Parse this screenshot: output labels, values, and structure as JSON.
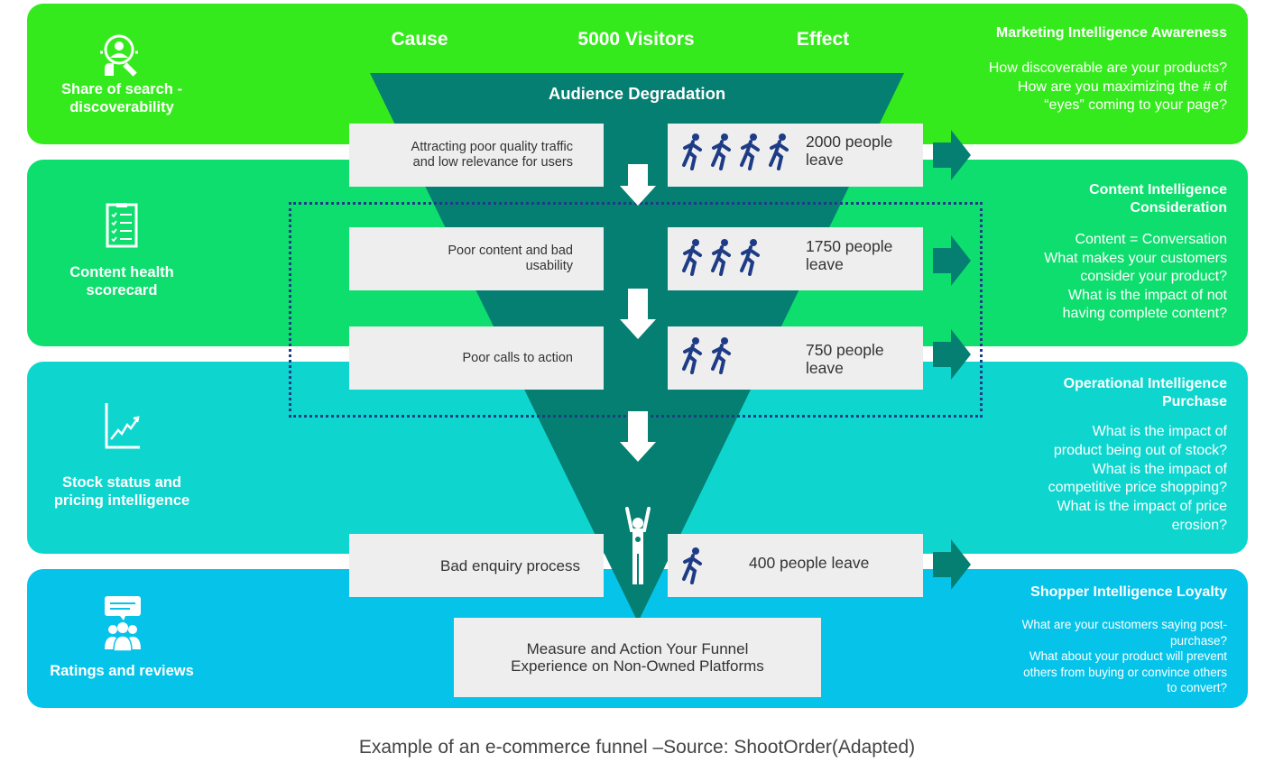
{
  "header": {
    "cause": "Cause",
    "visitors": "5000 Visitors",
    "effect": "Effect",
    "funnel_title": "Audience Degradation"
  },
  "left_labels": [
    {
      "line1": "Share of search -",
      "line2": "discoverability",
      "icon": "magnifier-person-icon"
    },
    {
      "line1": "Content health",
      "line2": "scorecard",
      "icon": "checklist-icon"
    },
    {
      "line1": "Stock status and",
      "line2": "pricing intelligence",
      "icon": "growth-chart-icon"
    },
    {
      "line1": "Ratings and reviews",
      "line2": "",
      "icon": "reviews-group-icon"
    }
  ],
  "right_panels": [
    {
      "title_line1": "Marketing Intelligence Awareness",
      "title_line2": "",
      "text": [
        "How discoverable are your products?",
        "How are you maximizing the # of",
        "“eyes” coming to your page?"
      ]
    },
    {
      "title_line1": "Content Intelligence",
      "title_line2": "Consideration",
      "text": [
        "Content = Conversation",
        "What makes your customers",
        "consider your product?",
        "What is the impact of not",
        "having complete content?"
      ]
    },
    {
      "title_line1": "Operational Intelligence",
      "title_line2": "Purchase",
      "text": [
        "What is the impact of",
        "product being out of stock?",
        "What is the impact of",
        "competitive price shopping?",
        "What is the impact of price",
        "erosion?"
      ]
    },
    {
      "title_line1": "Shopper Intelligence Loyalty",
      "title_line2": "",
      "text": [
        "What are your customers saying post-",
        "purchase?",
        "What about your product will prevent",
        "others from buying or convince others",
        "to convert?"
      ]
    }
  ],
  "stages": [
    {
      "cause_line1": "Attracting poor quality traffic",
      "cause_line2": "and low relevance for users",
      "effect_line1": "2000 people",
      "effect_line2": "leave",
      "runners": 4
    },
    {
      "cause_line1": "Poor content and bad",
      "cause_line2": "usability",
      "effect_line1": "1750 people",
      "effect_line2": "leave",
      "runners": 3
    },
    {
      "cause_line1": "Poor calls to action",
      "cause_line2": "",
      "effect_line1": "750 people",
      "effect_line2": "leave",
      "runners": 2
    },
    {
      "cause_line1": "Bad enquiry process",
      "cause_line2": "",
      "effect_line1": "400 people leave",
      "effect_line2": "",
      "runners": 1
    }
  ],
  "bottom_box": {
    "line1": "Measure and Action Your Funnel",
    "line2": "Experience on Non-Owned Platforms"
  },
  "caption": "Example of an e-commerce funnel –Source: ShootOrder(Adapted)",
  "colors": {
    "band_awareness": "#35ea1c",
    "band_consideration": "#0dde6e",
    "band_purchase": "#0ed6cf",
    "band_loyalty": "#06c3ea",
    "funnel": "#047f72",
    "arrow_right": "#047f72",
    "runner": "#1e3c86",
    "dotted_border": "#1e3c86"
  }
}
